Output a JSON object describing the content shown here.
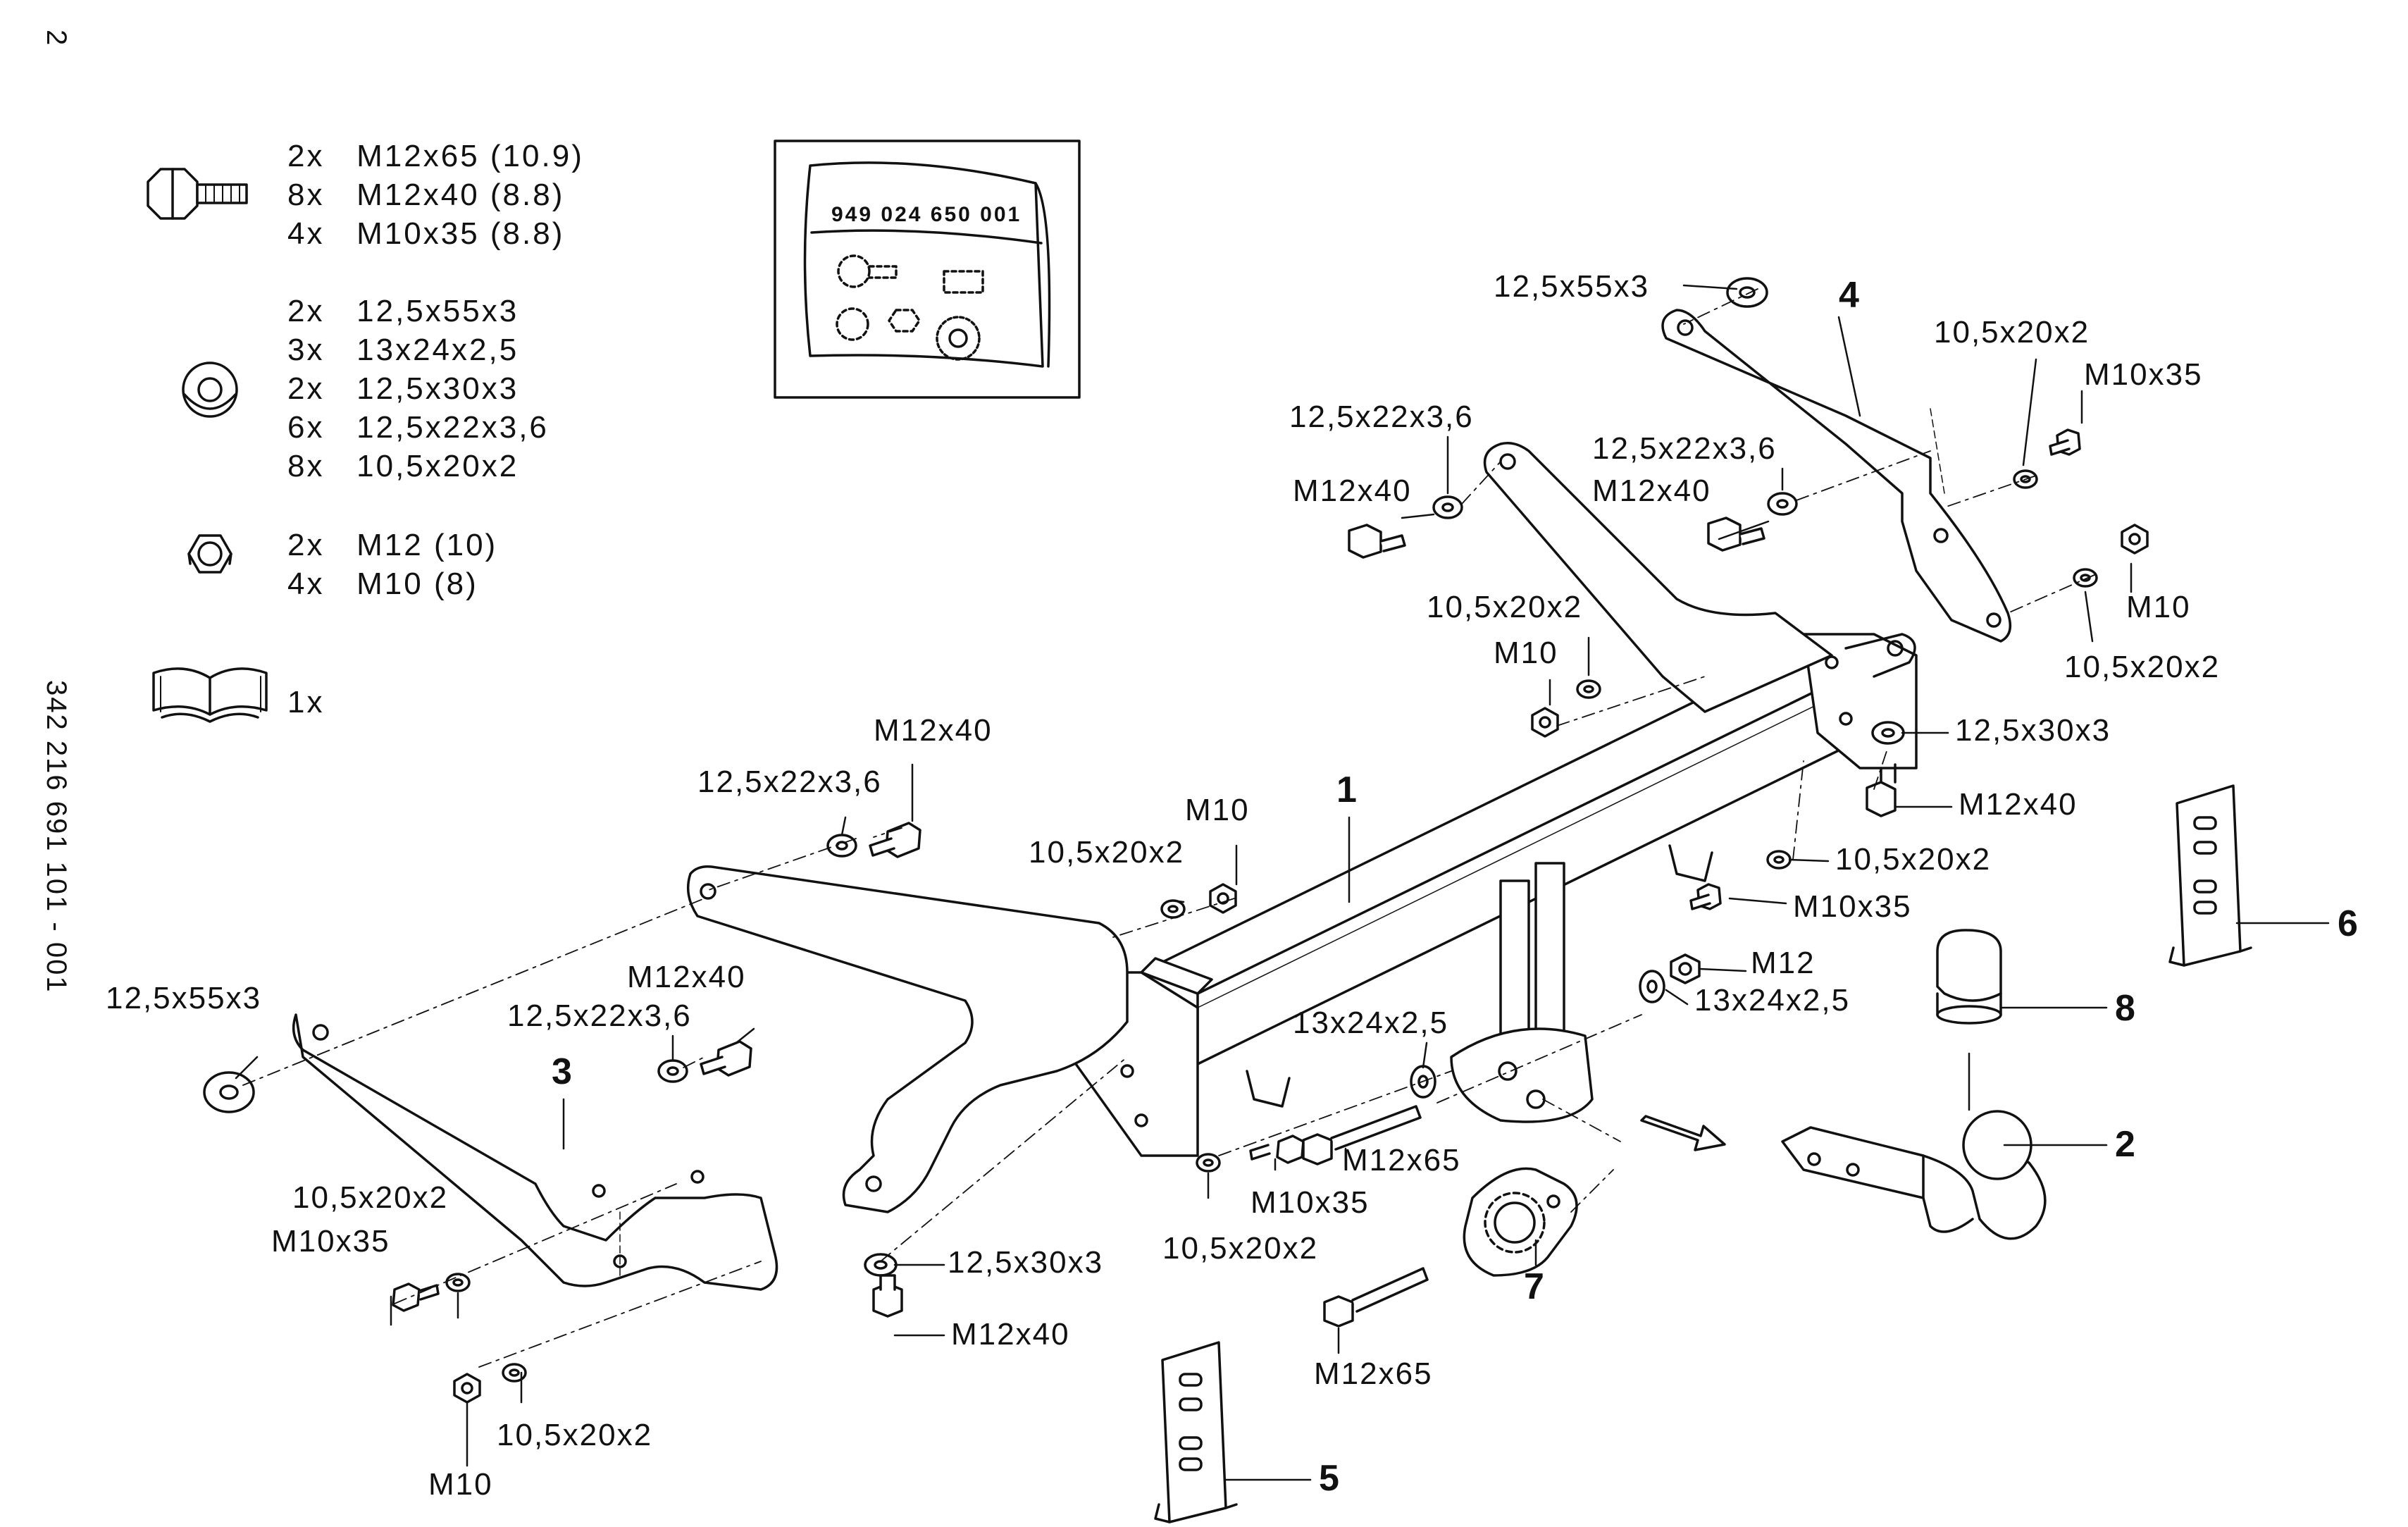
{
  "page_number": "2",
  "drawing_number": "342 216 691 101 - 001",
  "package_code": "949 024 650 001",
  "parts_list": {
    "bolts": [
      "2x   M12x65 (10.9)",
      "8x   M12x40 (8.8)",
      "4x   M10x35 (8.8)"
    ],
    "washers": [
      "2x   12,5x55x3",
      "3x   13x24x2,5",
      "2x   12,5x30x3",
      "6x   12,5x22x3,6",
      "8x   10,5x20x2"
    ],
    "nuts": [
      "2x   M12 (10)",
      "4x   M10 (8)"
    ],
    "manual": [
      "1x"
    ]
  },
  "part_numbers": [
    "1",
    "2",
    "3",
    "4",
    "5",
    "6",
    "7",
    "8"
  ],
  "callouts": [
    "12,5x55x3",
    "10,5x20x2",
    "M10x35",
    "12,5x22x3,6",
    "M12x40",
    "12,5x22x3,6",
    "M12x40",
    "10,5x20x2",
    "M10",
    "M10",
    "10,5x20x2",
    "12,5x30x3",
    "M12x40",
    "10,5x20x2",
    "M10x35",
    "M12",
    "13x24x2,5",
    "M12x40",
    "12,5x22x3,6",
    "M10",
    "10,5x20x2",
    "12,5x55x3",
    "M12x40",
    "12,5x22x3,6",
    "13x24x2,5",
    "M12x65",
    "M10x35",
    "10,5x20x2",
    "12,5x30x3",
    "M12x40",
    "10,5x20x2",
    "M10x35",
    "10,5x20x2",
    "M10",
    "M12x65"
  ],
  "icons": [
    "bolt-icon",
    "washer-icon",
    "nut-icon",
    "manual-icon",
    "parts-bag-icon"
  ]
}
